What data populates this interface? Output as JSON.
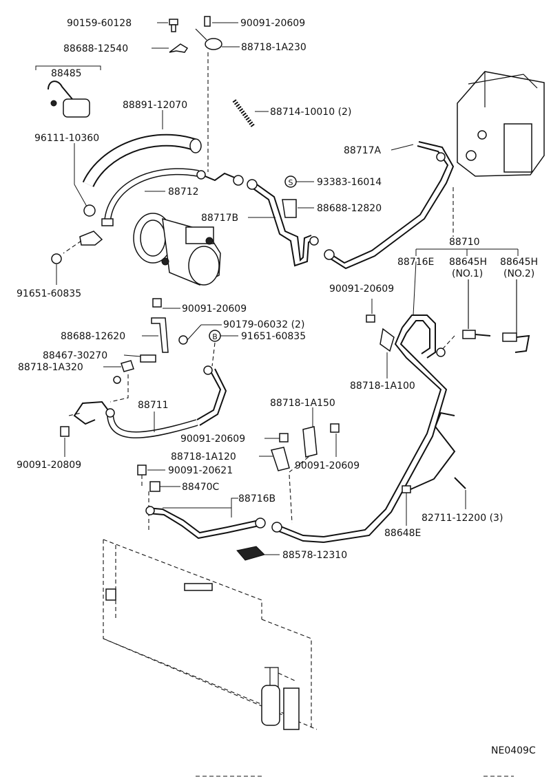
{
  "parts": {
    "p1": "90159-60128",
    "p2": "90091-20609",
    "p3": "88688-12540",
    "p4": "88718-1A230",
    "p5": "88485",
    "p6": "88891-12070",
    "p7": "88714-10010 (2)",
    "p8": "96111-10360",
    "p9": "88717A",
    "p10": "93383-16014",
    "p11": "88712",
    "p12": "88688-12820",
    "p13": "88717B",
    "p14": "91651-60835",
    "p15": "88710",
    "p16": "88716E",
    "p17": "88645H",
    "p17b": "(NO.1)",
    "p18": "88645H",
    "p18b": "(NO.2)",
    "p19": "90091-20609",
    "p20": "90091-20609",
    "p21": "90179-06032 (2)",
    "p22": "88688-12620",
    "p23": "91651-60835",
    "p24": "88467-30270",
    "p25": "88718-1A320",
    "p26": "88718-1A100",
    "p27": "88711",
    "p28": "88718-1A150",
    "p29": "90091-20609",
    "p30": "90091-20809",
    "p31": "88718-1A120",
    "p32": "90091-20609",
    "p33": "90091-20621",
    "p34": "88470C",
    "p35": "88716B",
    "p36": "82711-12200 (3)",
    "p37": "88648E",
    "p38": "88578-12310",
    "ref": "NE0409C"
  },
  "markers": {
    "s_mark": "S",
    "b_mark": "B"
  }
}
